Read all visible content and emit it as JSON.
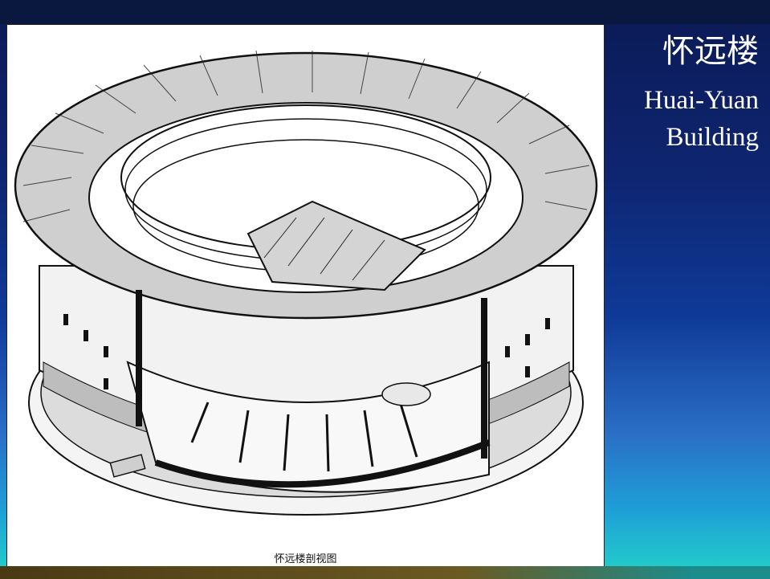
{
  "slide": {
    "title_zh": "怀远楼",
    "title_en_line1": "Huai-Yuan",
    "title_en_line2": "Building"
  },
  "figure": {
    "caption": "怀远楼剖视图"
  },
  "colors": {
    "slide_top": "#0c1a55",
    "slide_bottom": "#22d3c8",
    "text": "#ffffff"
  }
}
